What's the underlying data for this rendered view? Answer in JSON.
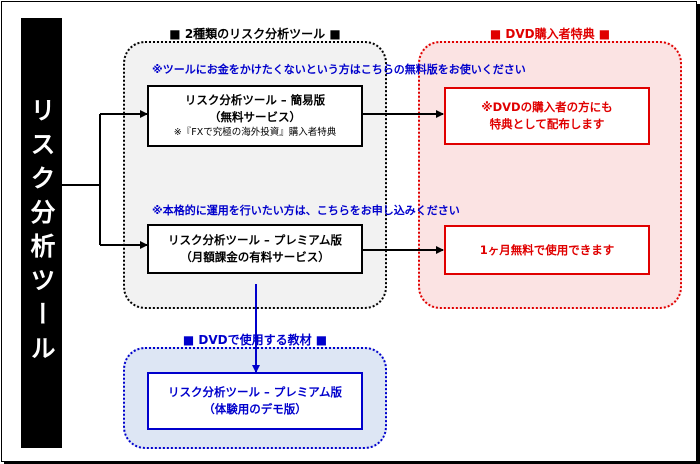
{
  "side_title": "リスク分析ツール",
  "headings": {
    "tools": "■ 2種類のリスク分析ツール ■",
    "dvd": "■ DVD購入者特典 ■",
    "materials": "■ DVDで使用する教材 ■"
  },
  "notes": {
    "free": "※ツールにお金をかけたくないという方はこちらの無料版をお使いください",
    "premium": "※本格的に運用を行いたい方は、こちらをお申し込みください"
  },
  "boxes": {
    "simple": {
      "line1": "リスク分析ツール – 簡易版",
      "line2": "（無料サービス）",
      "line3": "※『FXで究極の海外投資』購入者特典"
    },
    "premium": {
      "line1": "リスク分析ツール – プレミアム版",
      "line2": "（月額課金の有料サービス）"
    },
    "dvd_bonus": {
      "line1": "※DVDの購入者の方にも",
      "line2": "特典として配布します"
    },
    "trial": {
      "line1": "1ヶ月無料で使用できます"
    },
    "demo": {
      "line1": "リスク分析ツール – プレミアム版",
      "line2": "（体験用のデモ版）"
    }
  },
  "colors": {
    "black": "#000000",
    "red": "#e00000",
    "blue": "#0000cc",
    "gray_bg": "#f2f2f2",
    "pink_bg": "#fbe3e3",
    "blue_bg": "#dde6f4"
  }
}
